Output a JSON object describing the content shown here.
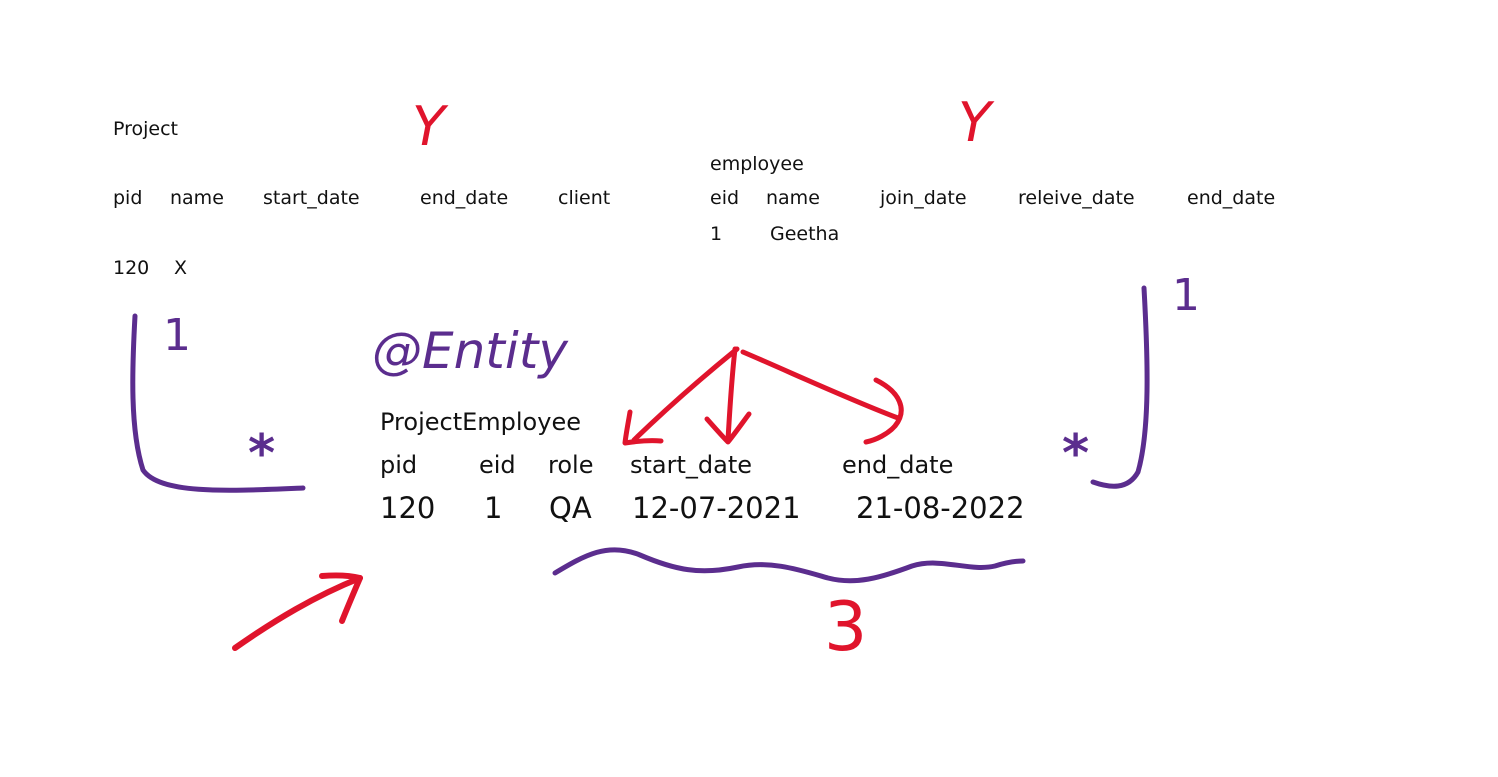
{
  "project_table": {
    "title": "Project",
    "columns": [
      "pid",
      "name",
      "start_date",
      "end_date",
      "client"
    ],
    "row": [
      "120",
      "X"
    ]
  },
  "employee_table": {
    "title": "employee",
    "columns": [
      "eid",
      "name",
      "join_date",
      "releive_date",
      "end_date"
    ],
    "row": [
      "1",
      "Geetha"
    ]
  },
  "annotations": {
    "entity": "@Entity",
    "project_multiplicity": "1",
    "employee_multiplicity": "1",
    "left_many": "*",
    "right_many": "*",
    "check_mark_1": "Y",
    "check_mark_2": "Y",
    "count": "3"
  },
  "join_table": {
    "title": "ProjectEmployee",
    "columns": [
      "pid",
      "eid",
      "role",
      "start_date",
      "end_date"
    ],
    "row": [
      "120",
      "1",
      "QA",
      "12-07-2021",
      "21-08-2022"
    ]
  },
  "colors": {
    "ink": "#111111",
    "red": "#e0142c",
    "purple": "#5b2d8e"
  }
}
